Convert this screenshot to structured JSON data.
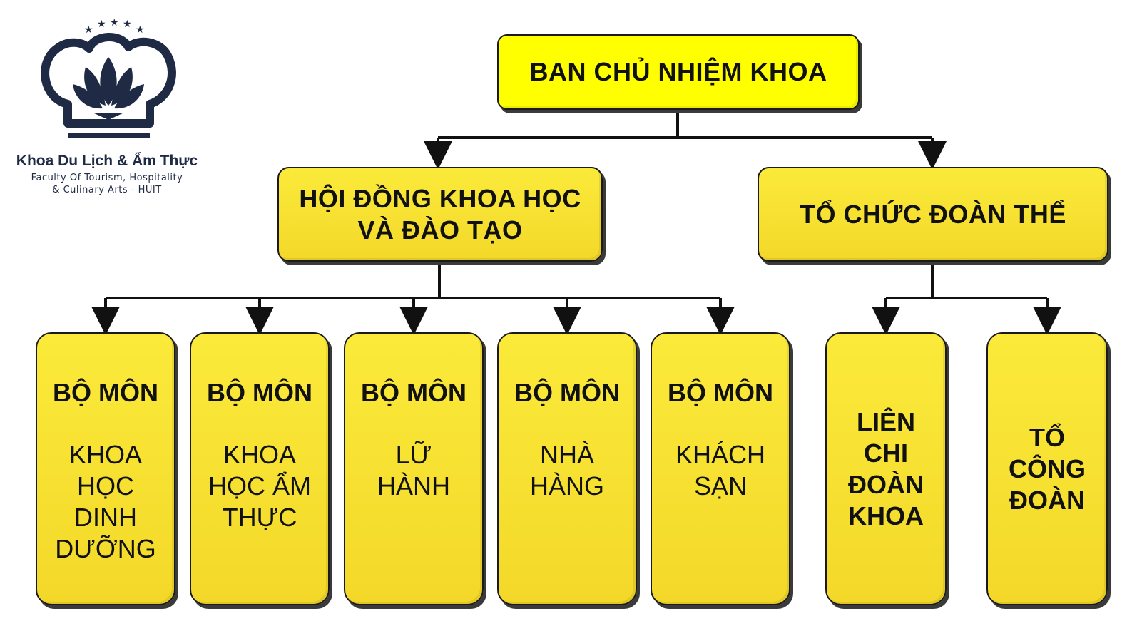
{
  "logo": {
    "title": "Khoa Du Lịch & Ẩm Thực",
    "subtitle_line1": "Faculty Of Tourism, Hospitality",
    "subtitle_line2": "& Culinary Arts - HUIT",
    "icon": "chef-hat-lotus-logo"
  },
  "colors": {
    "box_fill": "#f7df2f",
    "top_fill": "#ffff00",
    "border": "#1a1a1a",
    "logo": "#1f2a44"
  },
  "top": {
    "label": "BAN CHỦ NHIỆM KHOA"
  },
  "level2": {
    "science": {
      "line1": "HỘI ĐỒNG KHOA HỌC",
      "line2": "VÀ ĐÀO TẠO"
    },
    "union": {
      "label": "TỔ CHỨC ĐOÀN THỂ"
    }
  },
  "departments": [
    {
      "heading": "BỘ MÔN",
      "name": [
        "KHOA",
        "HỌC",
        "DINH",
        "DƯỠNG"
      ]
    },
    {
      "heading": "BỘ MÔN",
      "name": [
        "KHOA",
        "HỌC ẨM",
        "THỰC"
      ]
    },
    {
      "heading": "BỘ MÔN",
      "name": [
        "LỮ",
        "HÀNH"
      ]
    },
    {
      "heading": "BỘ MÔN",
      "name": [
        "NHÀ",
        "HÀNG"
      ]
    },
    {
      "heading": "BỘ MÔN",
      "name": [
        "KHÁCH",
        "SẠN"
      ]
    }
  ],
  "organizations": [
    {
      "name": [
        "LIÊN",
        "CHI",
        "ĐOÀN",
        "KHOA"
      ]
    },
    {
      "name": [
        "TỔ",
        "CÔNG",
        "ĐOÀN"
      ]
    }
  ]
}
